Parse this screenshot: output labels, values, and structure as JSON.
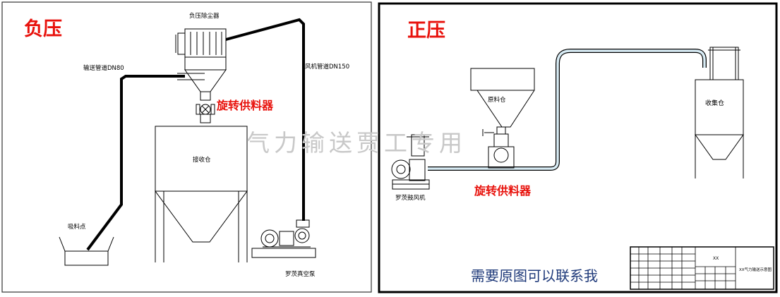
{
  "left_panel": {
    "title": "负压",
    "labels": {
      "dust_collector": "负压除尘器",
      "conveying_pipe": "输送管道DN80",
      "fan_pipe": "风机管道DN150",
      "rotary_feeder": "旋转供料器",
      "receiving_bin": "接收仓",
      "suction_point": "吸料点",
      "roots_vacuum_pump": "罗茨真空泵"
    }
  },
  "right_panel": {
    "title": "正压",
    "labels": {
      "raw_material_bin": "原料仓",
      "collection_bin": "收集仓",
      "roots_blower": "罗茨鼓风机",
      "rotary_feeder": "旋转供料器",
      "contact_note": "需要原图可以联系我"
    },
    "title_block": {
      "company": "XX",
      "drawing_name": "XX气力输送示意图"
    }
  },
  "watermark": "气力输送贾工专用",
  "colors": {
    "title_red": "#e8120c",
    "line": "#000000",
    "text_blue": "#1f3a7a",
    "watermark": "#c8c8c8",
    "pipe_fill": "#d8ecf5"
  }
}
